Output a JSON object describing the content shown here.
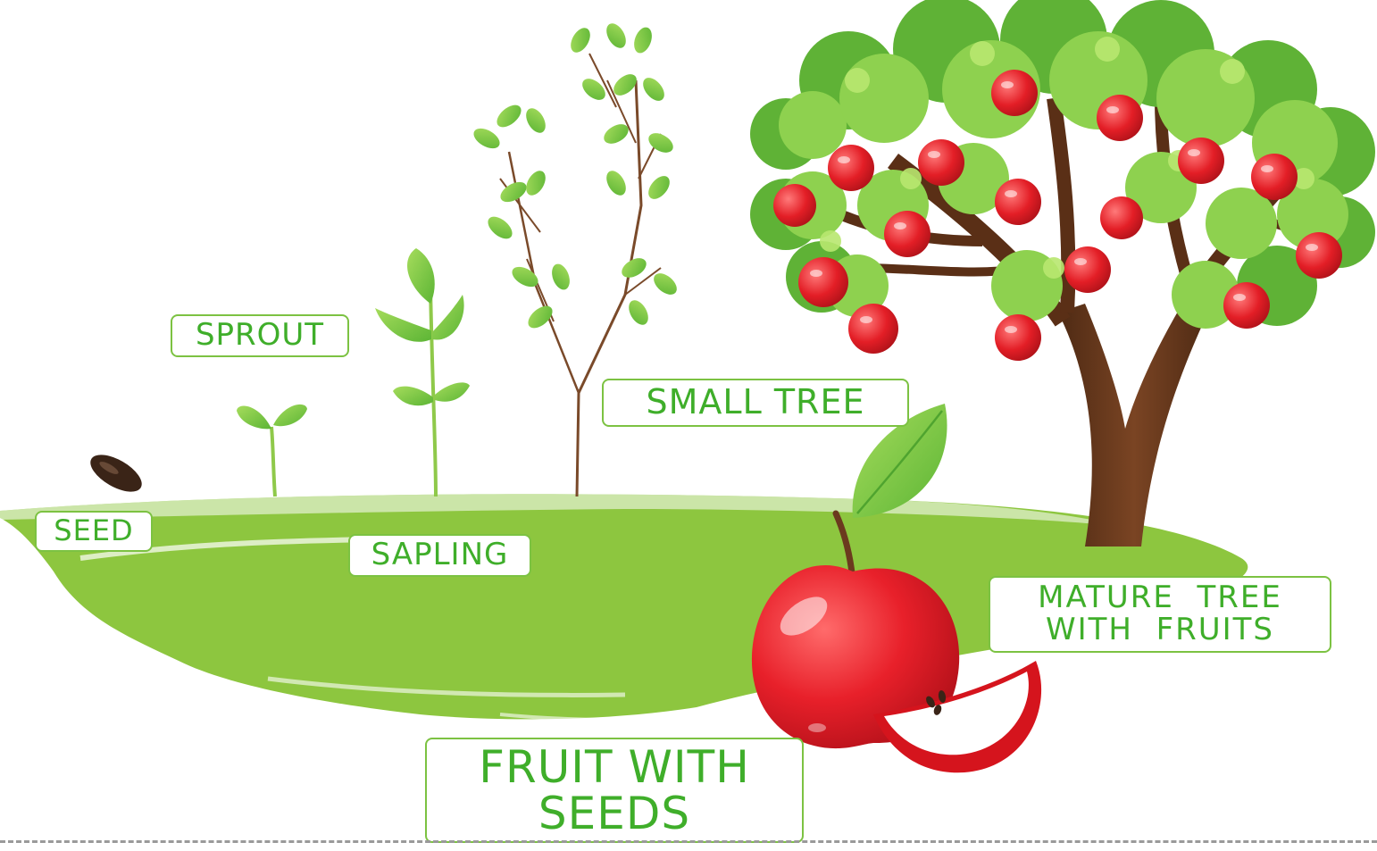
{
  "diagram": {
    "labels": {
      "seed": "SEED",
      "sprout": "SPROUT",
      "sapling": "SAPLING",
      "small_tree": "SMALL TREE",
      "mature_line1": "MATURE  TREE",
      "mature_line2": "WITH  FRUITS",
      "fruit_line1": "FRUIT WITH",
      "fruit_line2": "SEEDS"
    },
    "colors": {
      "label_text": "#3fae2a",
      "label_border": "#7cc242",
      "ground": "#8dc63f",
      "leaf_light": "#8ed14f",
      "leaf_dark": "#4fa42f",
      "trunk": "#6b3a1e",
      "apple": "#e8202a",
      "seed": "#3a2417"
    },
    "icons": [
      "seed-icon",
      "sprout-icon",
      "sapling-icon",
      "small-tree-icon",
      "mature-tree-icon",
      "apple-icon",
      "apple-slice-icon"
    ]
  }
}
